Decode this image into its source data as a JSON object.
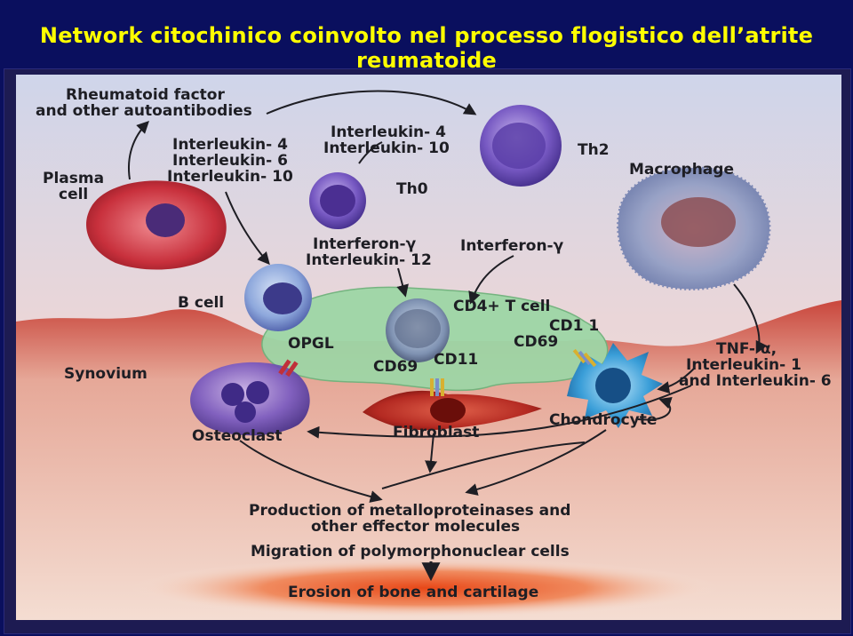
{
  "slide_title": "Network citochinico coinvolto nel processo flogistico dell’atrite reumatoide",
  "diagram": {
    "antibodies_line1": "Rheumatoid factor",
    "antibodies_line2": "and other autoantibodies",
    "plasma_line1": "Plasma",
    "plasma_line2": "cell",
    "left_il_line1": "Interleukin- 4",
    "left_il_line2": "Interleukin- 6",
    "left_il_line3": "Interleukin- 10",
    "top_il_line1": "Interleukin- 4",
    "top_il_line2": "Interleukin- 10",
    "th0": "Th0",
    "th2": "Th2",
    "macrophage": "Macrophage",
    "ifn_il12_line1": "Interferon-γ",
    "ifn_il12_line2": "Interleukin- 12",
    "ifn_right": "Interferon-γ",
    "bcell": "B cell",
    "cd4": "CD4+ T cell",
    "cd11_right": "CD1 1",
    "cd69_right": "CD69",
    "opgl": "OPGL",
    "cd69_left": "CD69",
    "cd11_center": "CD11",
    "synovium": "Synovium",
    "tnf_line1": "TNF- α,",
    "tnf_line2": "Interleukin- 1",
    "tnf_line3": "and Interleukin- 6",
    "osteoclast": "Osteoclast",
    "fibroblast": "Fibroblast",
    "chondrocyte": "Chondrocyte",
    "production_line1": "Production of metalloproteinases and",
    "production_line2": "other effector molecules",
    "migration": "Migration of polymorphonuclear cells",
    "erosion": "Erosion of bone and cartilage"
  },
  "colors": {
    "title": "#ffff00",
    "background": "#0a0f5e",
    "plasma_cell": "#c8303c",
    "lymphocyte": "#6a4cb0",
    "macrophage": "#8a92b8",
    "t_cell_cluster": "#9ed6a6",
    "chondrocyte": "#3a9ed8",
    "fibroblast": "#b42a22",
    "synovium": "#e8b0a0",
    "erosion": "#e84818"
  }
}
